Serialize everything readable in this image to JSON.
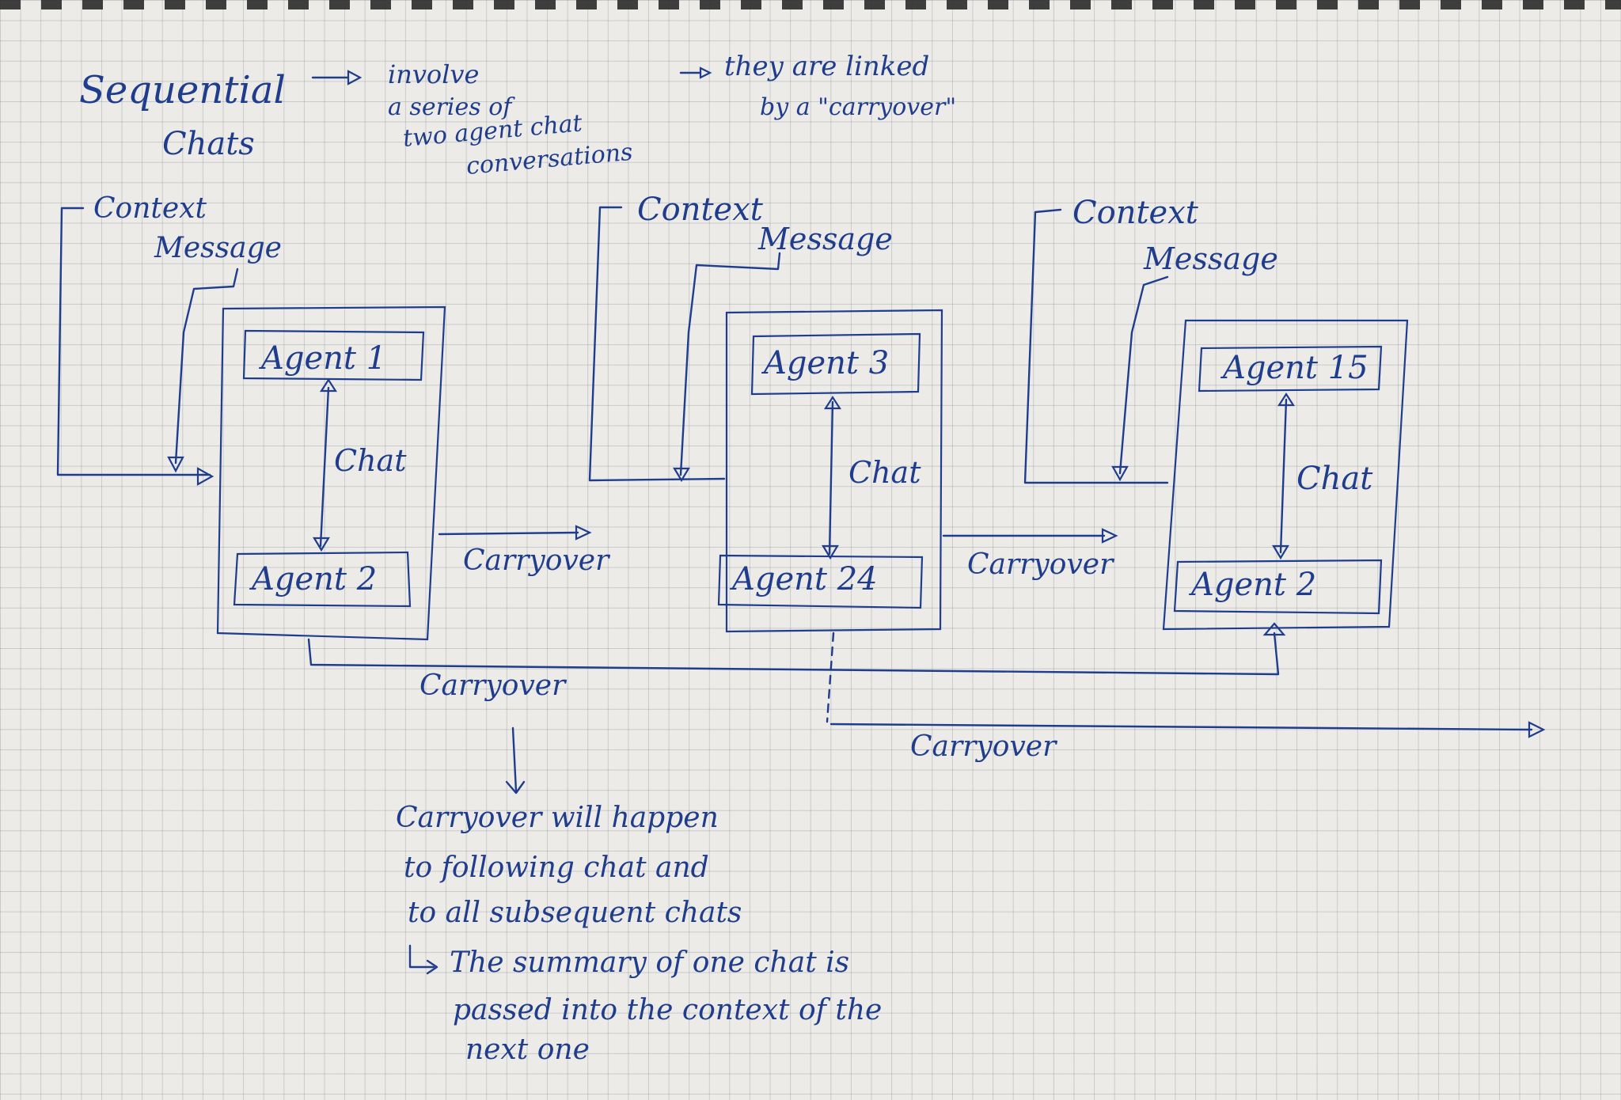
{
  "title": {
    "line1": "Sequential",
    "line2": "Chats"
  },
  "notes": {
    "involve": [
      "involve",
      "a series of",
      "two agent chat",
      "conversations"
    ],
    "linked": [
      "they are linked",
      "by a \"carryover\""
    ]
  },
  "groups": [
    {
      "context": "Context",
      "message": "Message",
      "agent_top": "Agent 1",
      "agent_bottom": "Agent 2",
      "chat": "Chat"
    },
    {
      "context": "Context",
      "message": "Message",
      "agent_top": "Agent 3",
      "agent_bottom": "Agent 24",
      "chat": "Chat"
    },
    {
      "context": "Context",
      "message": "Message",
      "agent_top": "Agent 15",
      "agent_bottom": "Agent 2",
      "chat": "Chat"
    }
  ],
  "carryover_labels": [
    "Carryover",
    "Carryover",
    "Carryover",
    "Carryover"
  ],
  "explanation": [
    "Carryover will happen",
    "to following chat and",
    "to all subsequent chats",
    "The summary of one chat is",
    "passed into the context of the",
    "next one"
  ],
  "colors": {
    "ink": "#1f3d8c",
    "paper": "#ecebe7",
    "grid": "#787d87"
  }
}
